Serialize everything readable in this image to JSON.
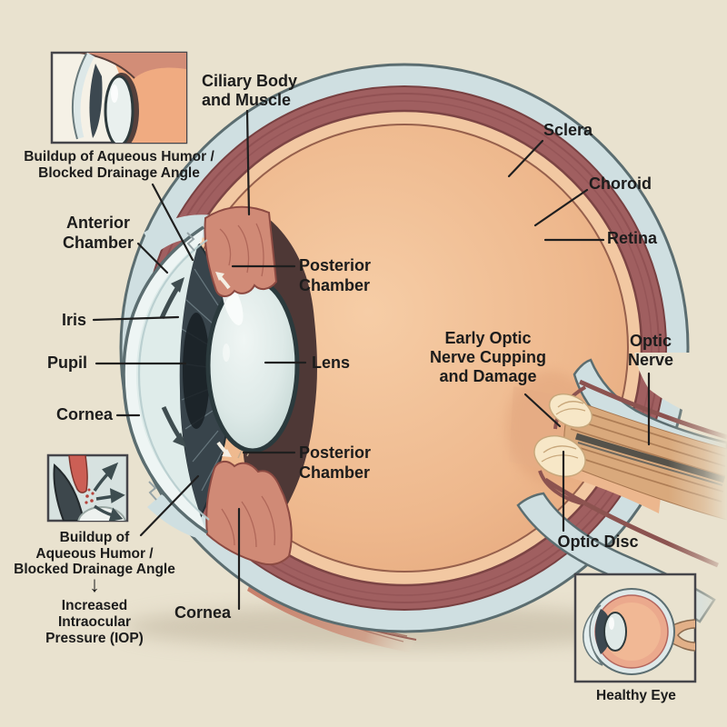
{
  "figure": "Eye anatomy diagram - glaucoma (angle-closure) mechanism",
  "colors": {
    "background": "#e9e2cf",
    "sclera": "#cfdfe1",
    "outline": "#5b6d70",
    "choroid": "#a05f60",
    "retina_layer": "#f2c8a2",
    "vitreous_interior": "#ecb78e",
    "lens": "#dfeceb",
    "iris": "#38444b",
    "ciliary_body": "#d08a76",
    "optic_nerve_fibers": "#d9a97c",
    "cupping_pale": "#f7e7c7",
    "label_text": "#1c1c1c"
  },
  "labels": {
    "ciliary": {
      "lines": [
        "Ciliary Body",
        "and Muscle"
      ]
    },
    "sclera": {
      "text": "Sclera"
    },
    "choroid": {
      "text": "Choroid"
    },
    "retina": {
      "text": "Retina"
    },
    "anterior_chamber": {
      "lines": [
        "Anterior",
        "Chamber"
      ]
    },
    "iris": {
      "text": "Iris"
    },
    "pupil": {
      "text": "Pupil"
    },
    "cornea_left": {
      "text": "Cornea"
    },
    "posterior_chamber_top": {
      "lines": [
        "Posterior",
        "Chamber"
      ]
    },
    "lens": {
      "text": "Lens"
    },
    "posterior_chamber_bottom": {
      "lines": [
        "Posterior",
        "Chamber"
      ]
    },
    "early_cupping": {
      "lines": [
        "Early Optic",
        "Nerve Cupping",
        "and Damage"
      ]
    },
    "optic_nerve": {
      "lines": [
        "Optic",
        "Nerve"
      ]
    },
    "optic_disc": {
      "text": "Optic Disc"
    },
    "cornea_bottom": {
      "text": "Cornea"
    }
  },
  "insets": {
    "top_left": {
      "caption_lines": [
        "Buildup of Aqueous Humor /",
        "Blocked Drainage Angle"
      ]
    },
    "bottom_left": {
      "caption_lines": [
        "Buildup of",
        "Aqueous Humor /",
        "Blocked Drainage Angle"
      ],
      "arrow_glyph": "↓",
      "effect_lines": [
        "Increased",
        "Intraocular",
        "Pressure (IOP)"
      ]
    },
    "bottom_right": {
      "caption": "Healthy Eye"
    }
  }
}
